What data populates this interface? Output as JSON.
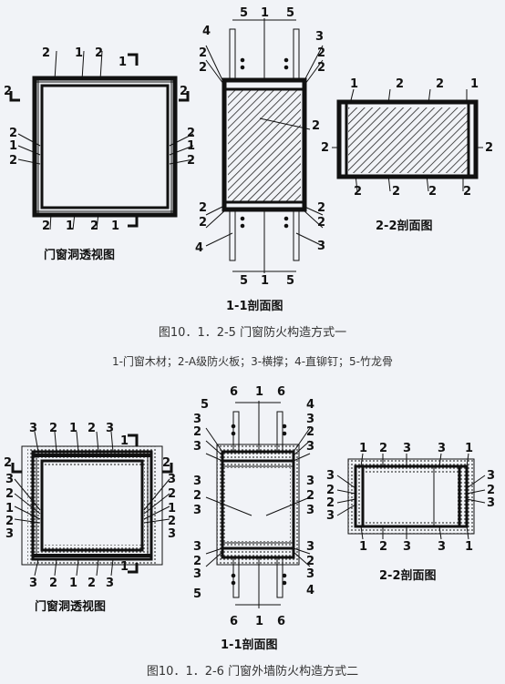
{
  "figure1": {
    "caption": "图10．1．2-5 门窗防火构造方式一",
    "legend": "1-门窗木材；2-A级防火板；3-横撑；4-直铆钉；5-竹龙骨",
    "perspective_title": "门窗洞透视图",
    "section11_title": "1-1剖面图",
    "section22_title": "2-2剖面图"
  },
  "figure2": {
    "caption": "图10．1．2-6 门窗外墙防火构造方式二",
    "perspective_title": "门窗洞透视图",
    "section11_title": "1-1剖面图",
    "section22_title": "2-2剖面图"
  },
  "labels": {
    "n1": "1",
    "n2": "2",
    "n3": "3",
    "n4": "4",
    "n5": "5",
    "n6": "6"
  }
}
